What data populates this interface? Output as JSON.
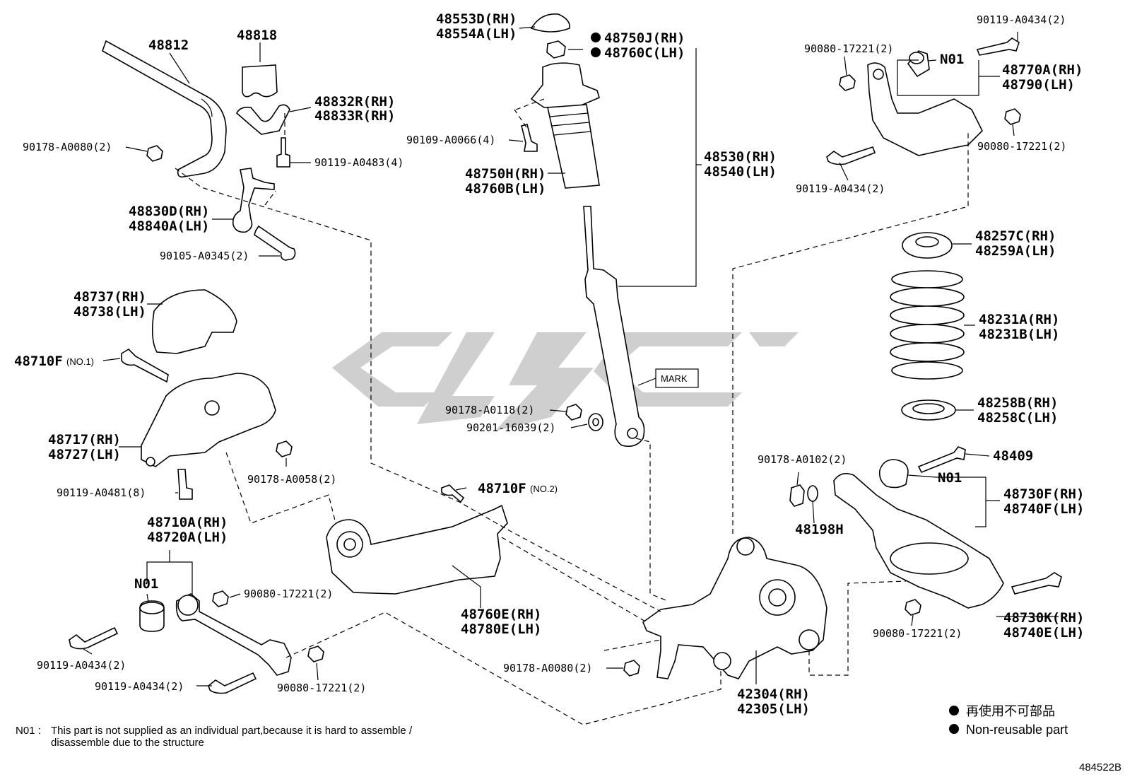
{
  "diagram_id": "484522B",
  "watermark": "cyc",
  "labels": {
    "p48812": "48812",
    "p48818": "48818",
    "p48832": "48832R(RH)",
    "p48833": "48833R(RH)",
    "b90178_a0080_top": "90178-A0080(2)",
    "b90119_a0483": "90119-A0483(4)",
    "p48830": "48830D(RH)",
    "p48840": "48840A(LH)",
    "b90105": "90105-A0345(2)",
    "p48737": "48737(RH)",
    "p48738": "48738(LH)",
    "p48710F_1": "48710F",
    "p48710F_1_note": "(NO.1)",
    "p48717": "48717(RH)",
    "p48727": "48727(LH)",
    "b90178_a0058": "90178-A0058(2)",
    "b90119_a0481": "90119-A0481(8)",
    "p48710F_2": "48710F",
    "p48710F_2_note": "(NO.2)",
    "p48710A": "48710A(RH)",
    "p48720A": "48720A(LH)",
    "n01_a": "N01",
    "b90080_a": "90080-17221(2)",
    "b90119_a0434_a": "90119-A0434(2)",
    "b90119_a0434_b": "90119-A0434(2)",
    "b90080_b": "90080-17221(2)",
    "p48760E": "48760E(RH)",
    "p48780E": "48780E(LH)",
    "p48553D": "48553D(RH)",
    "p48554A": "48554A(LH)",
    "p48750J": "48750J(RH)",
    "p48760C": "48760C(LH)",
    "b90109": "90109-A0066(4)",
    "p48750H": "48750H(RH)",
    "p48760B": "48760B(LH)",
    "p48530": "48530(RH)",
    "p48540": "48540(LH)",
    "mark": "MARK",
    "b90178_a0118": "90178-A0118(2)",
    "b90201": "90201-16039(2)",
    "b90178_a0080_bot": "90178-A0080(2)",
    "p42304": "42304(RH)",
    "p42305": "42305(LH)",
    "b90119_a0434_top": "90119-A0434(2)",
    "b90080_c": "90080-17221(2)",
    "n01_b": "N01",
    "p48770A": "48770A(RH)",
    "p48790": "48790(LH)",
    "b90080_d": "90080-17221(2)",
    "b90119_a0434_c": "90119-A0434(2)",
    "p48257C": "48257C(RH)",
    "p48259A": "48259A(LH)",
    "p48231A": "48231A(RH)",
    "p48231B": "48231B(LH)",
    "p48258B": "48258B(RH)",
    "p48258C": "48258C(LH)",
    "b90178_a0102": "90178-A0102(2)",
    "p48409": "48409",
    "n01_c": "N01",
    "p48730F": "48730F(RH)",
    "p48740F": "48740F(LH)",
    "p48198H": "48198H",
    "p48730K": "48730K(RH)",
    "p48740E": "48740E(LH)",
    "b90080_e": "90080-17221(2)"
  },
  "note": {
    "prefix": "N01 :",
    "line1": "This part is not supplied as an individual part,because it is hard to assemble /",
    "line2": "disassemble due to the structure"
  },
  "legend": {
    "zh": "再使用不可部品",
    "en": "Non-reusable part"
  }
}
